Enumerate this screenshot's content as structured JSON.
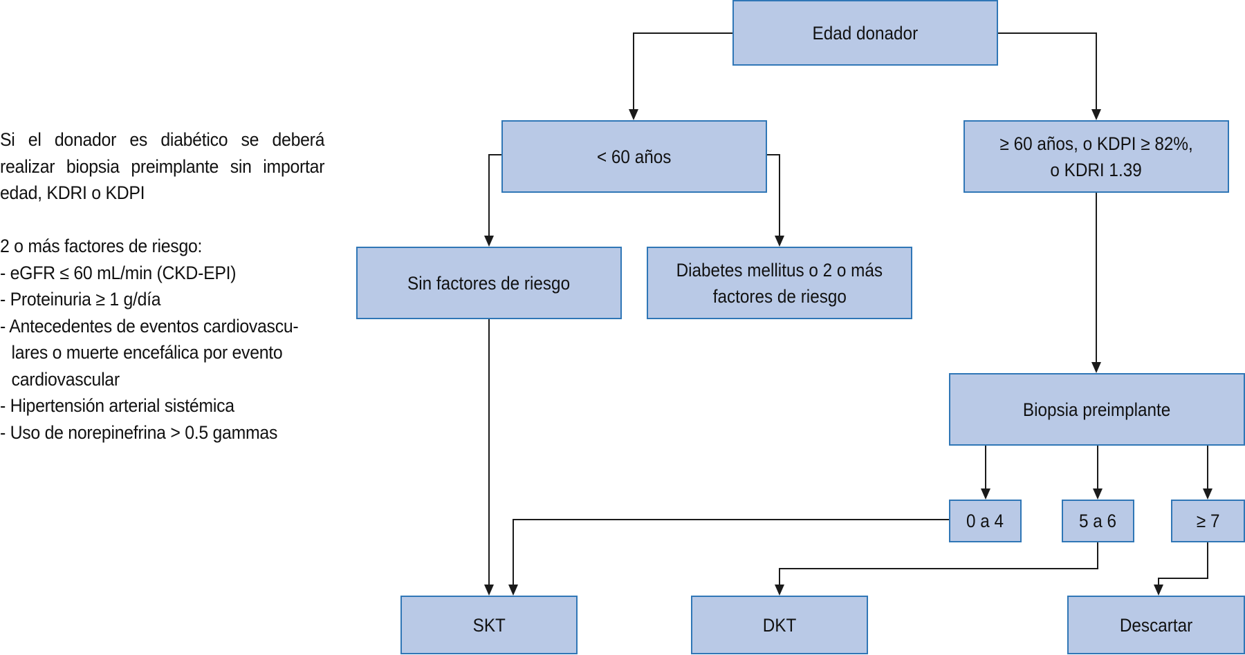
{
  "notes": {
    "diabetic_note": [
      "Si el donador es diabético se deberá",
      "realizar biopsia preimplante sin importar",
      "edad, KDRI o KDPI"
    ],
    "risk_factors_title": "2 o más factores de riesgo:",
    "risk_factors": [
      "- eGFR ≤ 60 mL/min (CKD-EPI)",
      "- Proteinuria ≥ 1 g/día",
      "- Antecedentes de eventos cardiovascu-lares o muerte encefálica por evento cardiovascular",
      "- Hipertensión arterial sistémica",
      "-  Uso de norepinefrina > 0.5 gammas"
    ]
  },
  "nodes": {
    "root": "Edad donador",
    "under60": "< 60 años",
    "over60": [
      "≥ 60 años, o KDPI ≥ 82%,",
      "o KDRI 1.39"
    ],
    "no_risk": "Sin factores de riesgo",
    "diabetes": [
      "Diabetes mellitus o 2 o más",
      "factores de riesgo"
    ],
    "biopsy": "Biopsia preimplante",
    "score_0_4": "0 a 4",
    "score_5_6": "5 a 6",
    "score_7": "≥ 7",
    "skt": "SKT",
    "dkt": "DKT",
    "discard": "Descartar"
  },
  "edges": [
    [
      "root",
      "under60"
    ],
    [
      "root",
      "over60"
    ],
    [
      "under60",
      "no_risk"
    ],
    [
      "under60",
      "diabetes"
    ],
    [
      "over60",
      "biopsy"
    ],
    [
      "biopsy",
      "score_0_4"
    ],
    [
      "biopsy",
      "score_5_6"
    ],
    [
      "biopsy",
      "score_7"
    ],
    [
      "no_risk",
      "skt"
    ],
    [
      "score_0_4",
      "skt"
    ],
    [
      "score_5_6",
      "dkt"
    ],
    [
      "score_7",
      "discard"
    ]
  ],
  "colors": {
    "box_fill": "#b9c9e6",
    "box_border": "#2f76b6",
    "line": "#1a1a1a"
  }
}
